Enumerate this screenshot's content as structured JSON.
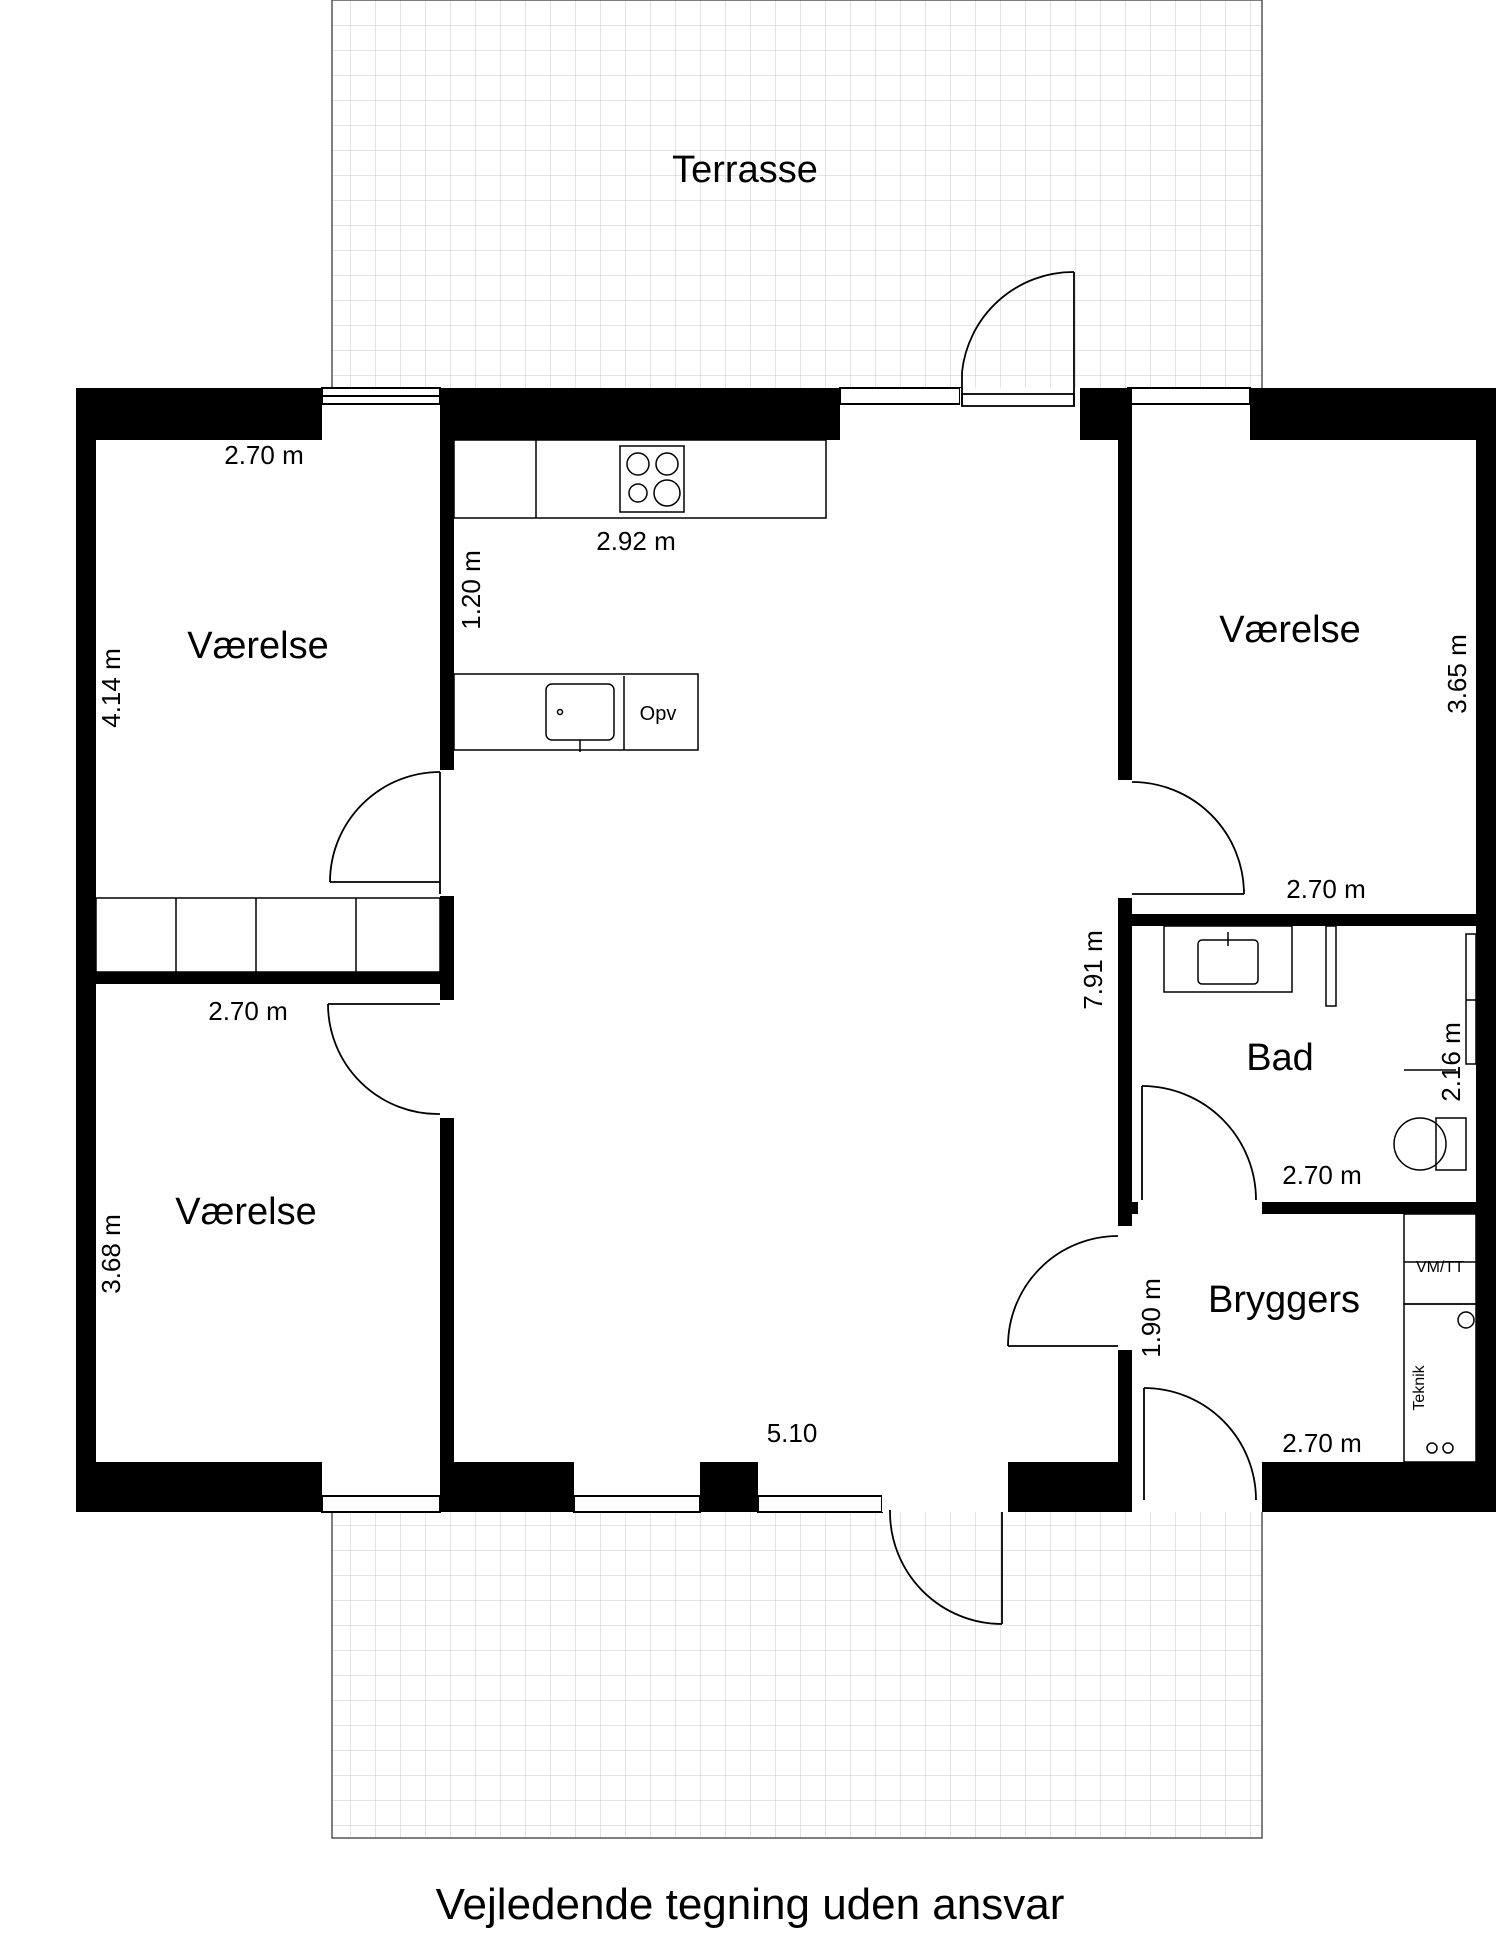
{
  "rooms": {
    "terrace_top": "Terrasse",
    "room_top_left": "Værelse",
    "room_bottom_left": "Værelse",
    "room_right": "Værelse",
    "bath": "Bad",
    "utility": "Bryggers"
  },
  "dimensions": {
    "top_left_width": "2.70 m",
    "top_left_height": "4.14 m",
    "bottom_left_width": "2.70 m",
    "bottom_left_height": "3.68 m",
    "kitchen_width": "2.92 m",
    "kitchen_depth": "1.20 m",
    "main_height": "7.91 m",
    "main_width": "5.10",
    "right_room_height": "3.65 m",
    "right_room_width": "2.70 m",
    "bath_height": "2.16 m",
    "bath_width": "2.70 m",
    "utility_height": "1.90 m",
    "utility_width": "2.70 m"
  },
  "fixtures": {
    "dishwasher": "Opv",
    "washer": "VM/TT",
    "technical": "Teknik"
  },
  "caption": "Vejledende tegning uden ansvar",
  "colors": {
    "wall": "#000000",
    "grid": "#c8c8c8",
    "background": "#ffffff"
  }
}
